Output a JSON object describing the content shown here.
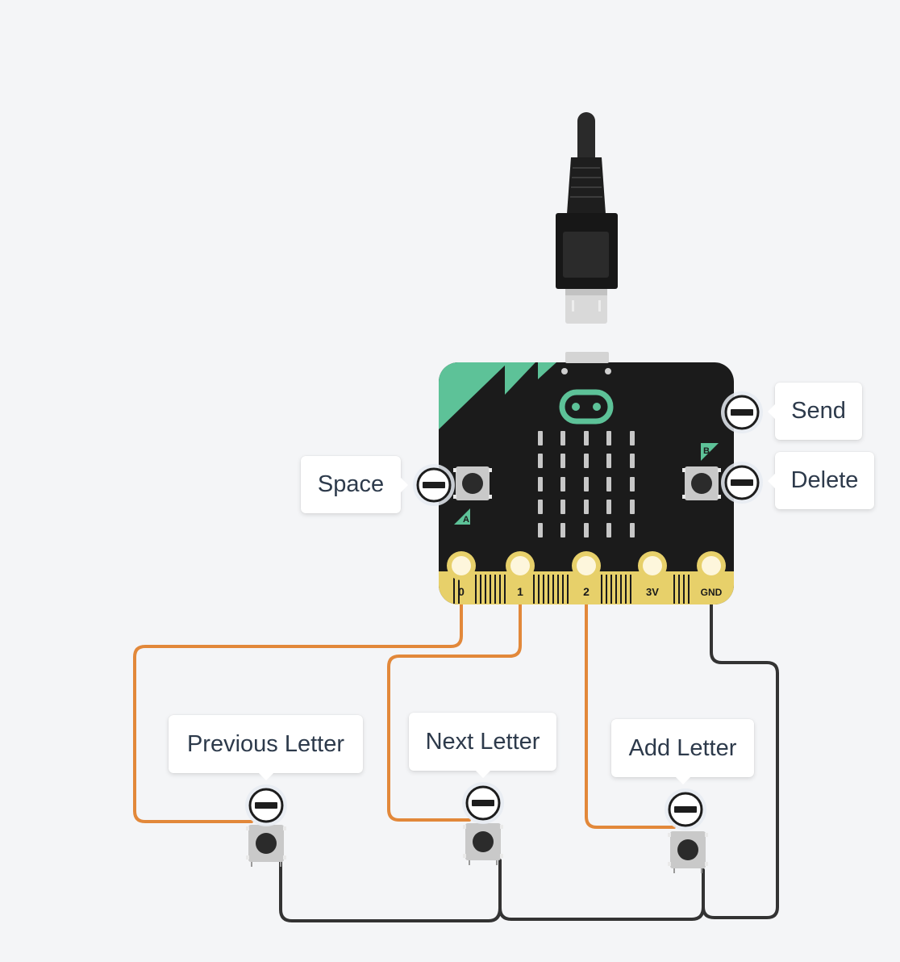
{
  "labels": {
    "space": "Space",
    "send": "Send",
    "delete": "Delete",
    "previous_letter": "Previous Letter",
    "next_letter": "Next Letter",
    "add_letter": "Add Letter"
  },
  "board": {
    "button_a": "A",
    "button_b": "B",
    "pins": [
      "0",
      "1",
      "2",
      "3V",
      "GND"
    ]
  },
  "colors": {
    "background": "#f4f5f7",
    "board": "#1b1b1b",
    "accent_green": "#5dc298",
    "pin_gold": "#e7d06a",
    "signal_wire": "#e2883a",
    "ground_wire": "#333333"
  },
  "icons": {
    "usb_cable": "usb-cable-icon",
    "button_removal": "minus-circle-icon",
    "logo": "microbit-logo-icon"
  }
}
